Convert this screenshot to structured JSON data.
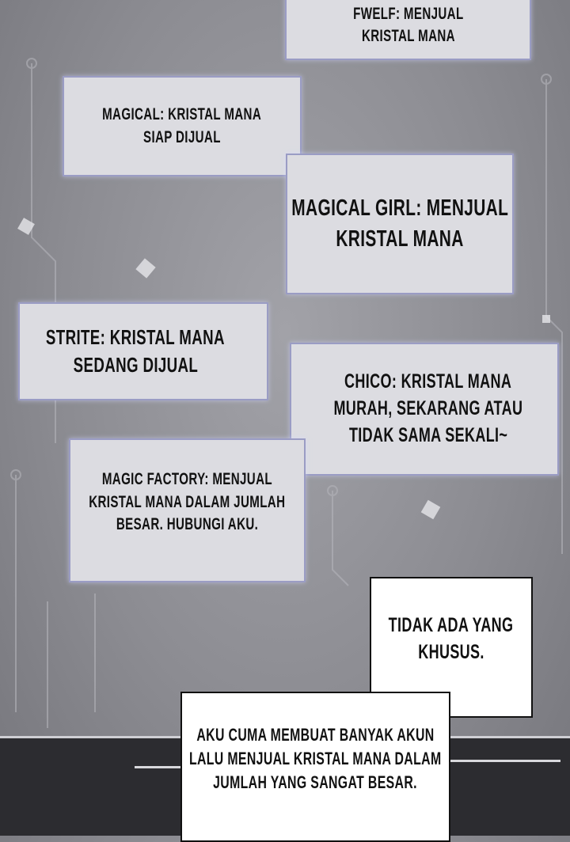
{
  "posts": [
    {
      "lines": [
        "FWELF: MENJUAL",
        "KRISTAL MANA"
      ]
    },
    {
      "lines": [
        "MAGICAL: KRISTAL MANA",
        "SIAP DIJUAL"
      ]
    },
    {
      "lines": [
        "MAGICAL GIRL: MENJUAL",
        "KRISTAL MANA"
      ]
    },
    {
      "lines": [
        "STRITE: KRISTAL MANA",
        "SEDANG DIJUAL"
      ]
    },
    {
      "lines": [
        "CHICO: KRISTAL MANA",
        "MURAH, SEKARANG ATAU",
        "TIDAK SAMA SEKALI~"
      ]
    },
    {
      "lines": [
        "MAGIC FACTORY: MENJUAL",
        "KRISTAL MANA DALAM JUMLAH",
        "BESAR. HUBUNGI AKU."
      ]
    }
  ],
  "speech": [
    {
      "lines": [
        "TIDAK ADA YANG",
        "KHUSUS."
      ]
    },
    {
      "lines": [
        "AKU CUMA MEMBUAT BANYAK AKUN",
        "LALU MENJUAL KRISTAL MANA DALAM",
        "JUMLAH YANG SANGAT BESAR."
      ]
    }
  ],
  "colors": {
    "background": "#8c8c92",
    "post_box": "#dcdce1",
    "post_border": "#9a9cc4",
    "bottom_bar": "#2c2c30"
  }
}
